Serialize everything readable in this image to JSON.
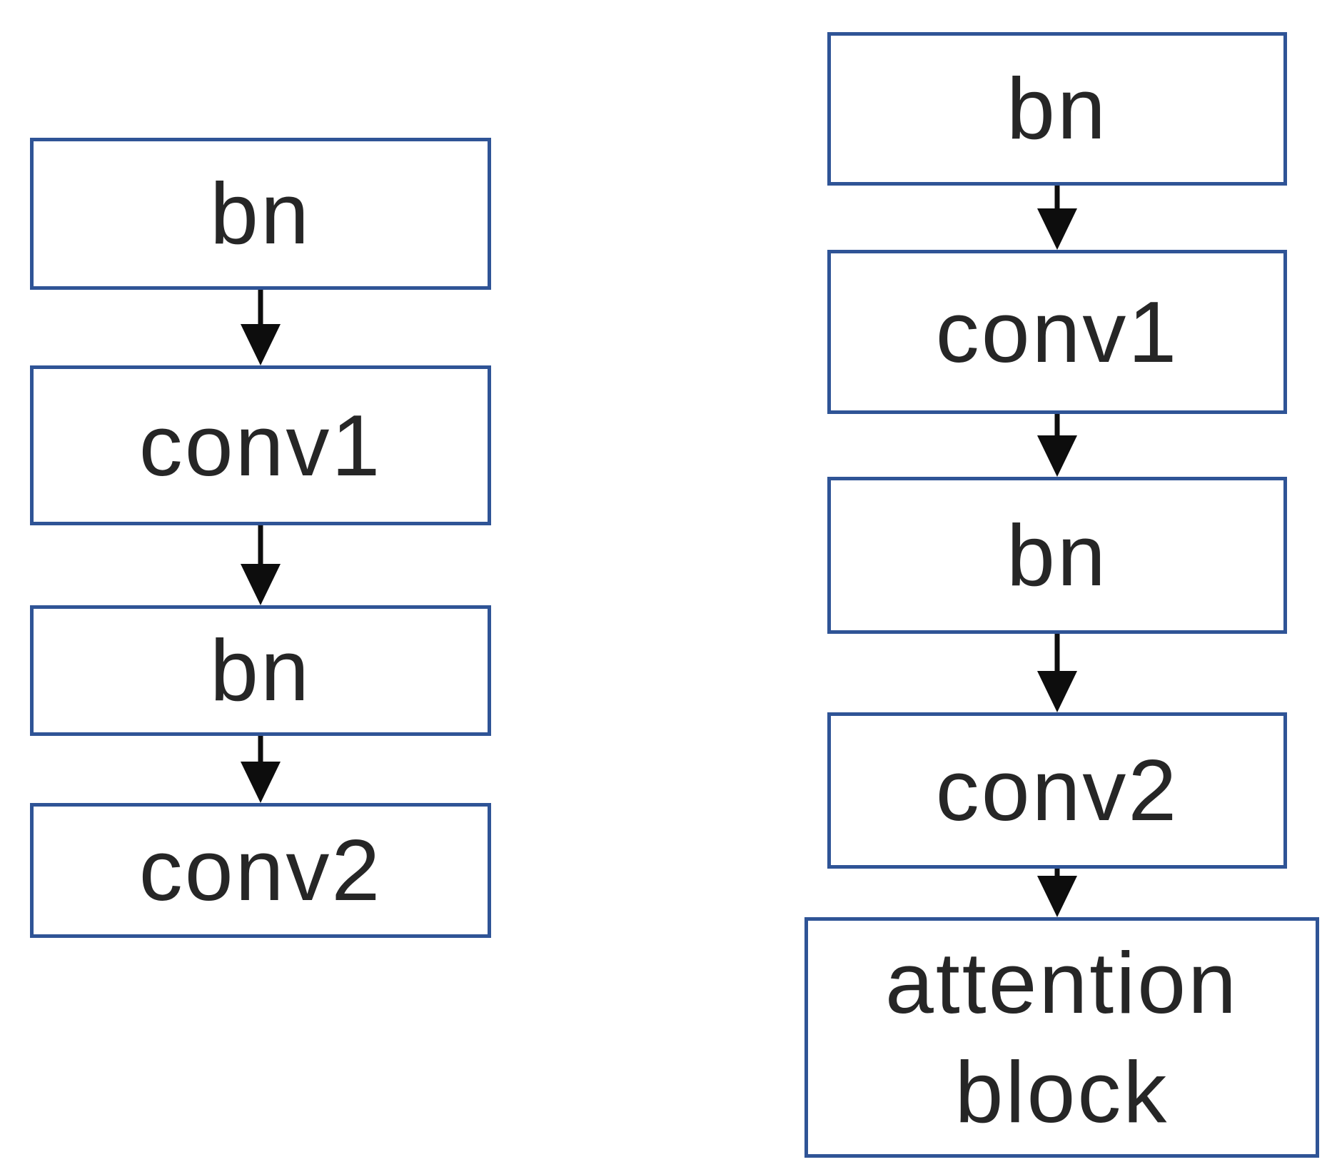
{
  "diagram": {
    "colors": {
      "background": "#ffffff",
      "box_border": "#2f5496",
      "label_text": "#262626",
      "arrow": "#0d0d0d"
    },
    "left_flow": {
      "nodes": [
        {
          "label": "bn"
        },
        {
          "label": "conv1"
        },
        {
          "label": "bn"
        },
        {
          "label": "conv2"
        }
      ],
      "edges": [
        {
          "from": "bn",
          "to": "conv1"
        },
        {
          "from": "conv1",
          "to": "bn"
        },
        {
          "from": "bn",
          "to": "conv2"
        }
      ]
    },
    "right_flow": {
      "nodes": [
        {
          "label": "bn"
        },
        {
          "label": "conv1"
        },
        {
          "label": "bn"
        },
        {
          "label": "conv2"
        },
        {
          "label": "attention block"
        }
      ],
      "edges": [
        {
          "from": "bn",
          "to": "conv1"
        },
        {
          "from": "conv1",
          "to": "bn"
        },
        {
          "from": "bn",
          "to": "conv2"
        },
        {
          "from": "conv2",
          "to": "attention block"
        }
      ]
    }
  }
}
